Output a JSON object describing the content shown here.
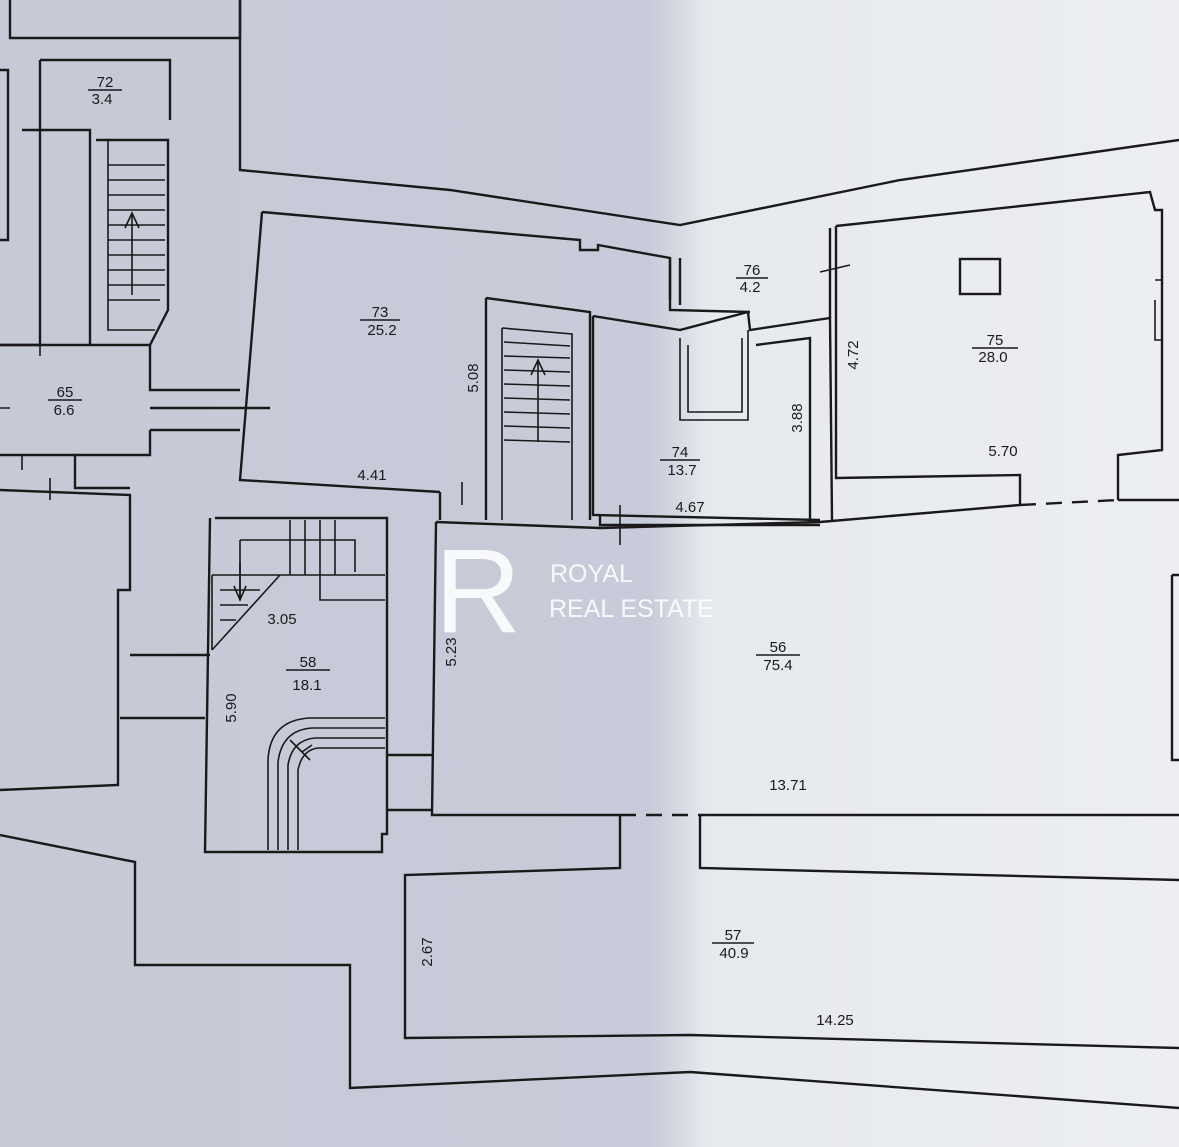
{
  "rooms": [
    {
      "id": "72",
      "number": "72",
      "area": "3.4"
    },
    {
      "id": "73",
      "number": "73",
      "area": "25.2"
    },
    {
      "id": "76",
      "number": "76",
      "area": "4.2"
    },
    {
      "id": "75",
      "number": "75",
      "area": "28.0"
    },
    {
      "id": "65",
      "number": "65",
      "area": "6.6"
    },
    {
      "id": "74",
      "number": "74",
      "area": "13.7"
    },
    {
      "id": "58",
      "number": "58",
      "area": "18.1"
    },
    {
      "id": "56",
      "number": "56",
      "area": "75.4"
    },
    {
      "id": "57",
      "number": "57",
      "area": "40.9"
    }
  ],
  "dimensions": {
    "d508": "5.08",
    "d472": "4.72",
    "d388": "3.88",
    "d441": "4.41",
    "d570": "5.70",
    "d467": "4.67",
    "d305": "3.05",
    "d523": "5.23",
    "d590": "5.90",
    "d1371": "13.71",
    "d267": "2.67",
    "d1425": "14.25"
  },
  "watermark": {
    "line1": "ROYAL",
    "line2": "REAL ESTATE",
    "monogram": "R"
  },
  "colors": {
    "paper_left": "#c9ccd8",
    "paper_right": "#e8ebf0",
    "ink": "#1a1a1a"
  }
}
